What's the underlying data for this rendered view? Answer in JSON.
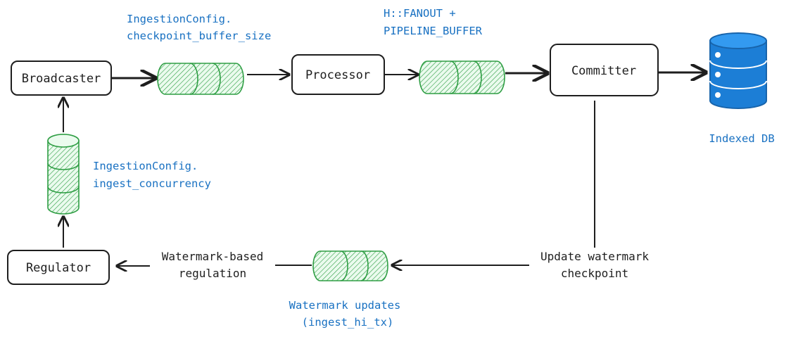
{
  "nodes": {
    "broadcaster": "Broadcaster",
    "processor": "Processor",
    "committer": "Committer",
    "regulator": "Regulator"
  },
  "queues": {
    "checkpoint_buffer": [
      "IngestionConfig.",
      "checkpoint_buffer_size"
    ],
    "fanout_buffer": [
      "H::FANOUT +",
      "PIPELINE_BUFFER"
    ],
    "ingest_concurrency": [
      "IngestionConfig.",
      "ingest_concurrency"
    ],
    "watermark_updates": [
      "Watermark updates",
      "(ingest_hi_tx)"
    ]
  },
  "labels": {
    "update_watermark": [
      "Update watermark",
      "checkpoint"
    ],
    "watermark_regulation": [
      "Watermark-based",
      "regulation"
    ]
  },
  "database": {
    "label": "Indexed DB"
  },
  "colors": {
    "queue_green": "#2f9e44",
    "label_blue": "#1971c2",
    "db_blue": "#1c7ed6",
    "ink": "#1e1e1e"
  }
}
